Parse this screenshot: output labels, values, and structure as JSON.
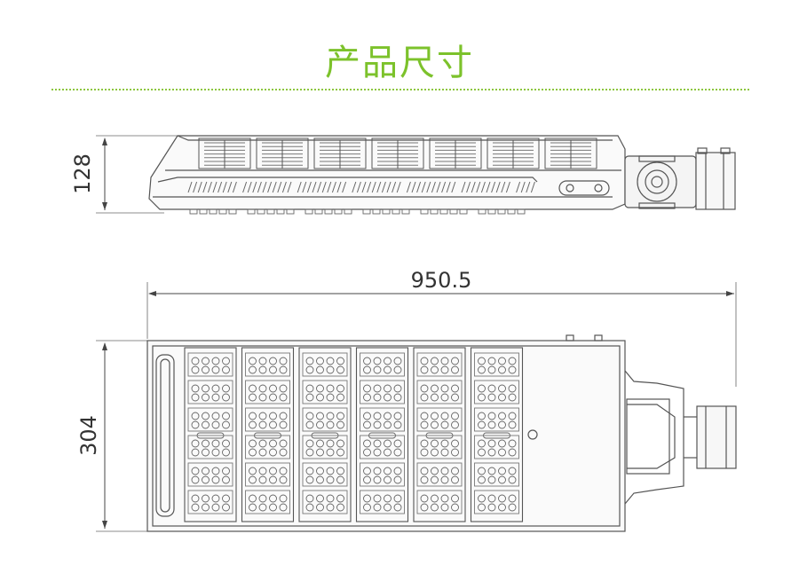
{
  "header": {
    "title": "产品尺寸",
    "accent_color": "#7cc22b"
  },
  "dimensions": {
    "height_side": "128",
    "length": "950.5",
    "width_top": "304"
  },
  "colors": {
    "line": "#555555",
    "dim_line": "#444444"
  }
}
